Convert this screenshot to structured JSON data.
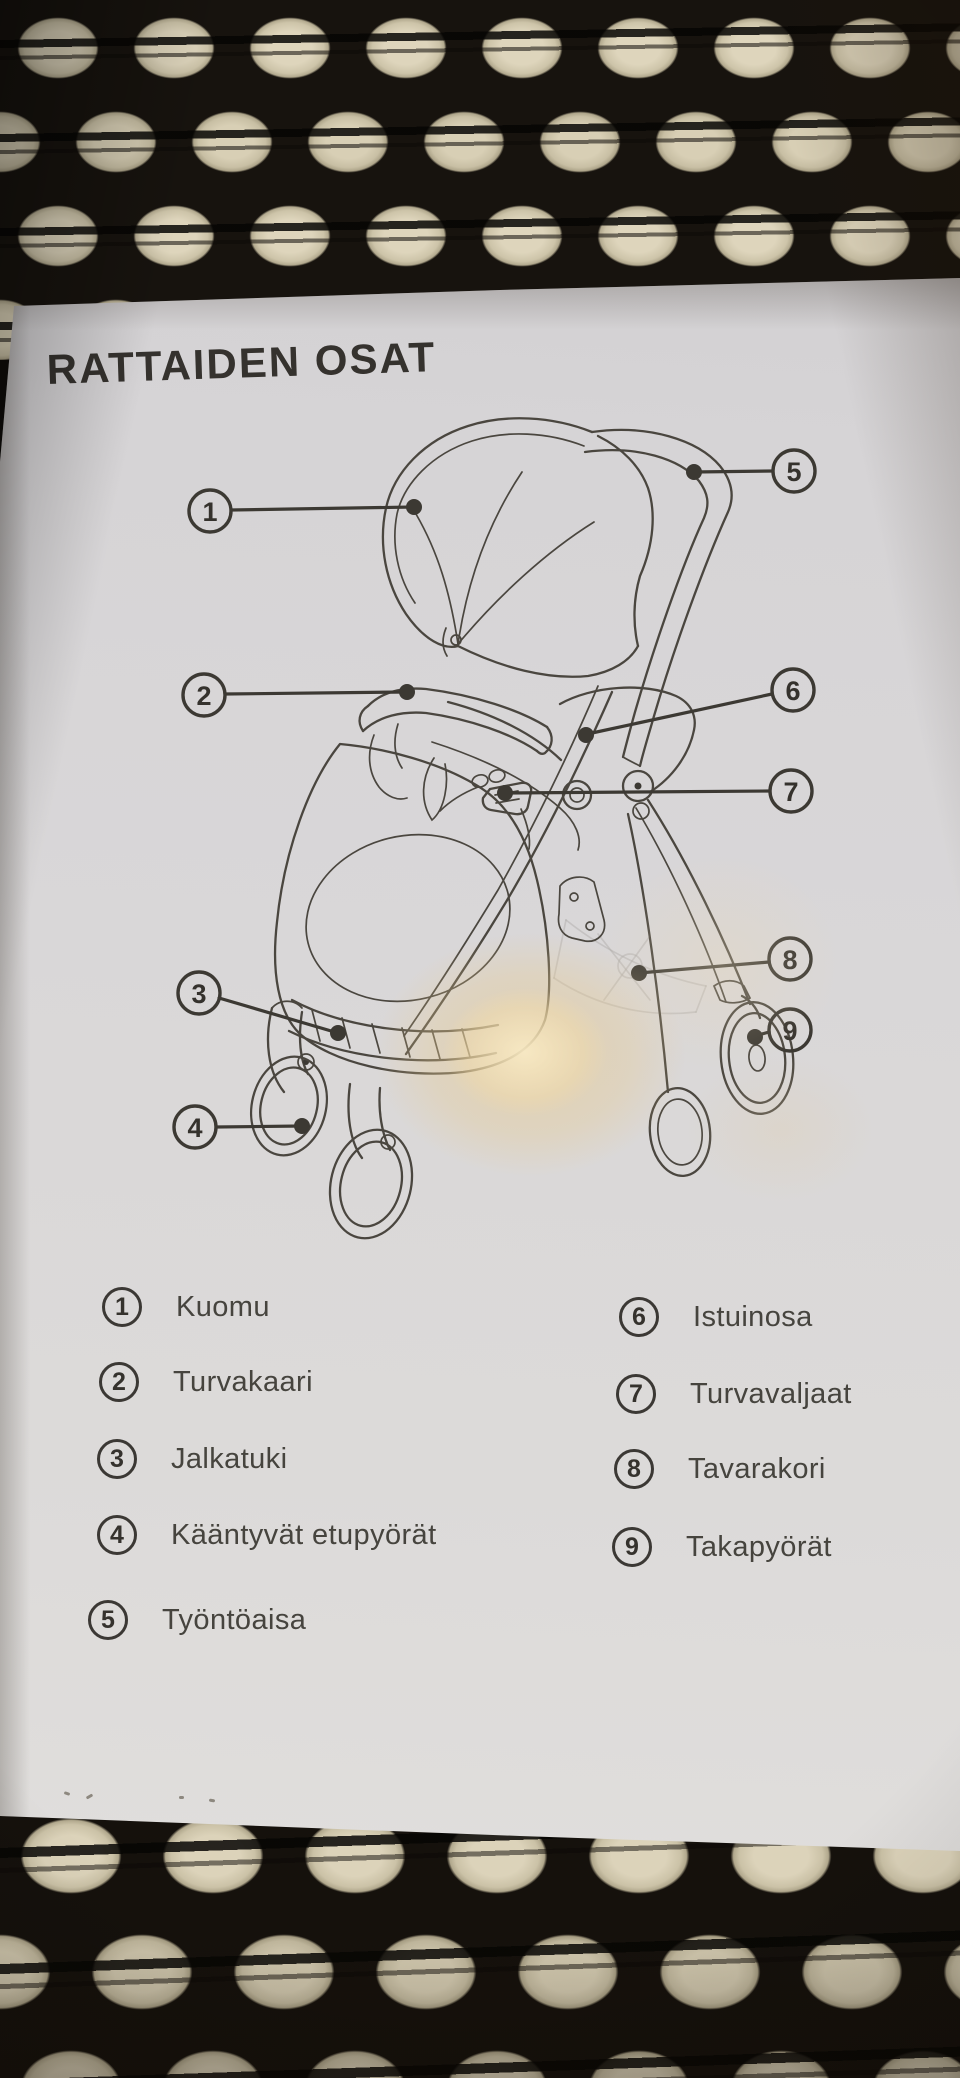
{
  "title": "RATTAIDEN OSAT",
  "parts": [
    {
      "num": "1",
      "name": "Kuomu"
    },
    {
      "num": "2",
      "name": "Turvakaari"
    },
    {
      "num": "3",
      "name": "Jalkatuki"
    },
    {
      "num": "4",
      "name": "Kääntyvät etupyörät"
    },
    {
      "num": "5",
      "name": "Työntöaisa"
    },
    {
      "num": "6",
      "name": "Istuinosa"
    },
    {
      "num": "7",
      "name": "Turvavaljaat"
    },
    {
      "num": "8",
      "name": "Tavarakori"
    },
    {
      "num": "9",
      "name": "Takapyörät"
    }
  ],
  "colors": {
    "ink": "#4a463f",
    "callout_ink": "#3c3933",
    "paper": "#d9d7d8",
    "fabric_dark": "#17130e",
    "fabric_yarn": "#d8cfb5",
    "glare": "#eccf9e"
  }
}
